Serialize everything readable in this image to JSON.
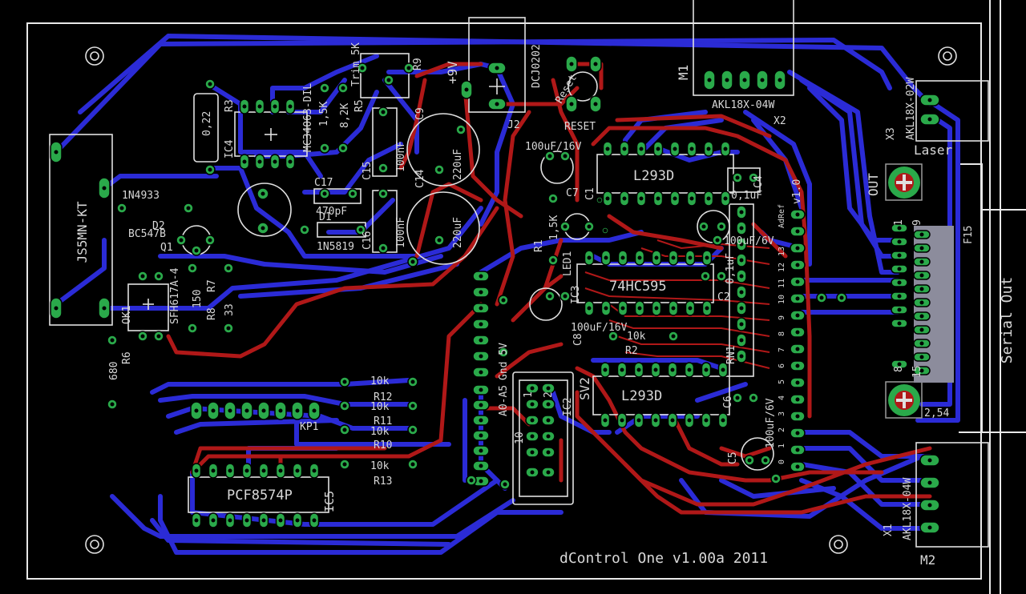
{
  "board": {
    "title": "dControl One  v1.00a 2011",
    "edge_label": "Serial Out",
    "colors": {
      "background": "#000000",
      "top_layer": "#b01818",
      "bottom_layer": "#2b2bd6",
      "pads": "#2aa94a",
      "silkscreen": "#e0e0e0"
    }
  },
  "labels": {
    "js5mnkt": "JS5MN-KT",
    "n1n4933": "1N4933",
    "d2": "D2",
    "bc547b": "BC547B",
    "q1": "Q1",
    "sfh617a": "SFH617A-4",
    "ok1": "OK1",
    "r6": "R6",
    "r6val": "680",
    "r7": "R7",
    "r7val": "33",
    "r8": "R8",
    "r8val": "150",
    "r3": "R3",
    "r3val": "0,22",
    "ic4": "IC4",
    "mc34063": "MC34063-DIL",
    "r4val": "1,5K",
    "r5val": "8,2K",
    "r5": "R5",
    "trim": "Trim 5K",
    "r9": "R9",
    "plus9v": "+9V",
    "dcj0202": "DCJ0202",
    "j2": "J2",
    "reset": "Reset",
    "reset2": "RESET",
    "c17": "C17",
    "c17val": "470pF",
    "d1": "D1",
    "n1n5819": "1N5819",
    "c15": "C15",
    "c15val": "100nF",
    "c16": "C16",
    "c16val": "100nF",
    "c9": "C9",
    "c9val": "220uF",
    "c14": "C14",
    "c14val": "220uF",
    "c7val": "100uF/16V",
    "c7": "C7",
    "c1": "C1",
    "r1": "R1",
    "r1val": "1,5K",
    "led1": "LED1",
    "m1": "M1",
    "akl04w": "AKL18X-04W",
    "x2": "X2",
    "akl02w": "AKL18X-02W",
    "x3": "X3",
    "laser": "Laser",
    "out": "OUT",
    "l293d_1": "L293D",
    "c4val": "0,1uF",
    "c4": "C4",
    "v10": "v1.0",
    "adref": "AdRef",
    "hc595": "74HC595",
    "ic3": "IC3",
    "c3val": "100uF/6V",
    "c2": "C2",
    "c2val": "0,1uF",
    "c8val": "100uF/16V",
    "c8": "C8",
    "r2": "R2",
    "r2val": "10k",
    "rn1": "RN1",
    "l293d_2": "L293D",
    "c6": "C6",
    "c5": "C5",
    "c5val": "100uF/6V",
    "sv2": "SV2",
    "ic2": "IC2",
    "gnd5v": "Gnd 5V",
    "a0a5": "A0-A5",
    "pin10": "10",
    "pcf": "PCF8574P",
    "ic5": "IC5",
    "kp1": "KP1",
    "r10": "R10",
    "r11": "R11",
    "r12": "R12",
    "r13": "R13",
    "r10val": "10k",
    "r11val": "10k",
    "r12val": "10k",
    "r13val": "10k",
    "f15": "F15",
    "n1": "1",
    "n9": "9",
    "n8": "8",
    "n15": "15",
    "pitch": "2,54",
    "m2": "M2",
    "x1": "X1",
    "akl04w_2": "AKL18X-04W",
    "n1a": "1",
    "n2a": "2",
    "pinnums_right": [
      "13",
      "12",
      "11",
      "10",
      "9",
      "8",
      "7",
      "6",
      "5",
      "4",
      "3",
      "2",
      "1",
      "0"
    ],
    "pinnums_top": [
      "1",
      "2"
    ]
  }
}
